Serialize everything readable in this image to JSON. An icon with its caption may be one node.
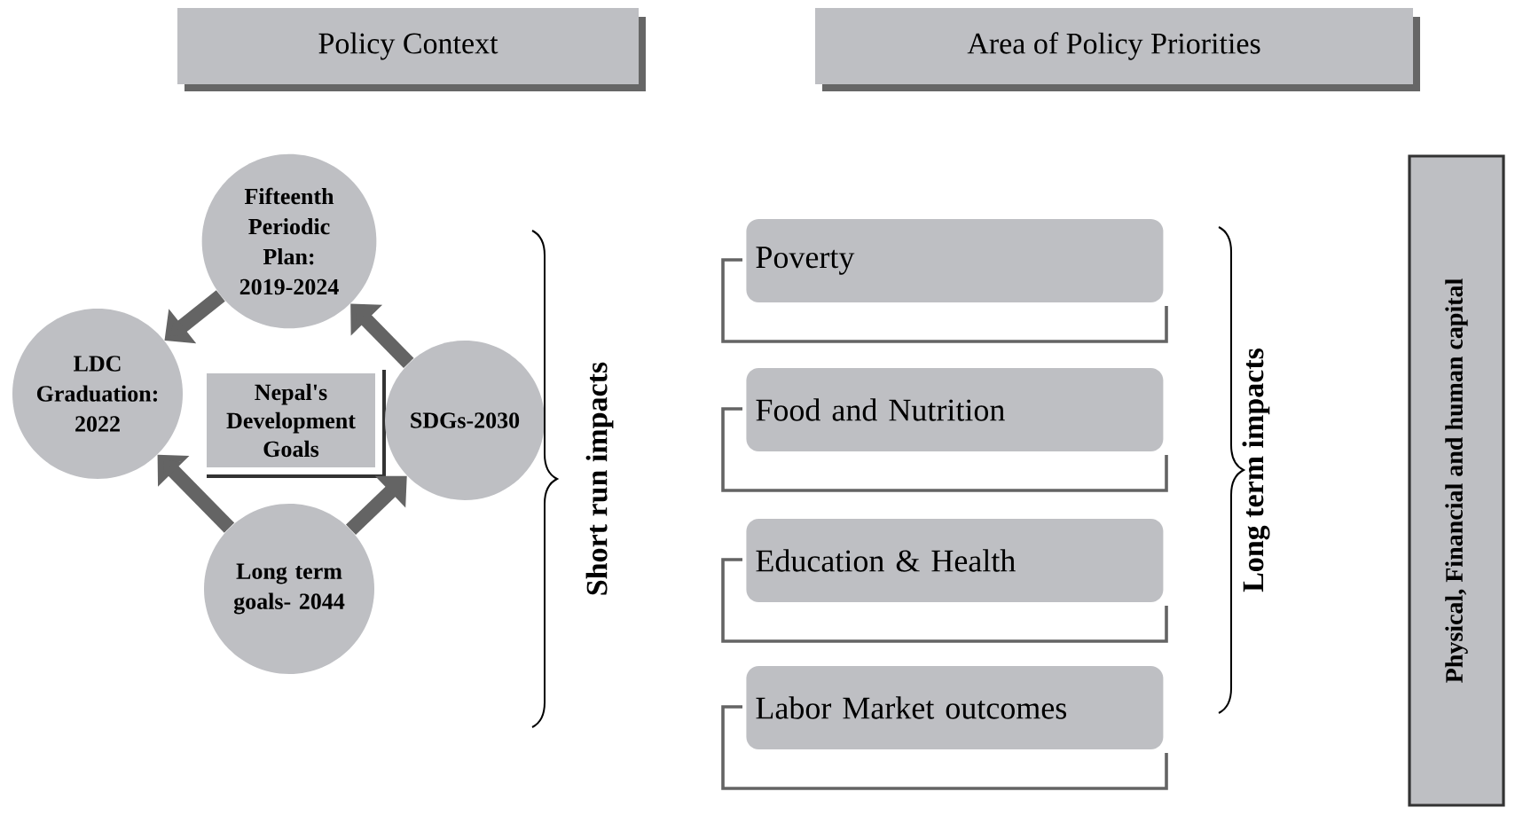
{
  "diagram": {
    "nodes": [
      {
        "text": [
          "Policy Context"
        ]
      },
      {
        "text": [
          "Area of Policy Priorities"
        ]
      },
      {
        "text": [
          "Fifteenth Periodic Plan: 2019-2024"
        ]
      },
      {
        "text": [
          "LDC Graduation: 2022"
        ]
      },
      {
        "text": [
          "Nepal's Development Goals"
        ]
      },
      {
        "text": [
          "SDGs-2030"
        ]
      },
      {
        "text": [
          "Long term goals- 2044"
        ]
      },
      {
        "text": [
          "Poverty"
        ]
      },
      {
        "text": [
          "Food and Nutrition"
        ]
      },
      {
        "text": [
          "Education & Health"
        ]
      },
      {
        "text": [
          "Labor Market outcomes"
        ]
      },
      {
        "text": [
          "Physical, Financial and human capital"
        ]
      }
    ],
    "edges": [
      {
        "from": 2,
        "to": 3,
        "arrow": "to"
      },
      {
        "from": 5,
        "to": 2,
        "arrow": "to"
      },
      {
        "from": 6,
        "to": 3,
        "arrow": "to"
      },
      {
        "from": 6,
        "to": 5,
        "arrow": "to"
      }
    ],
    "labels": [
      "Short run impacts",
      "Long term impacts"
    ]
  }
}
